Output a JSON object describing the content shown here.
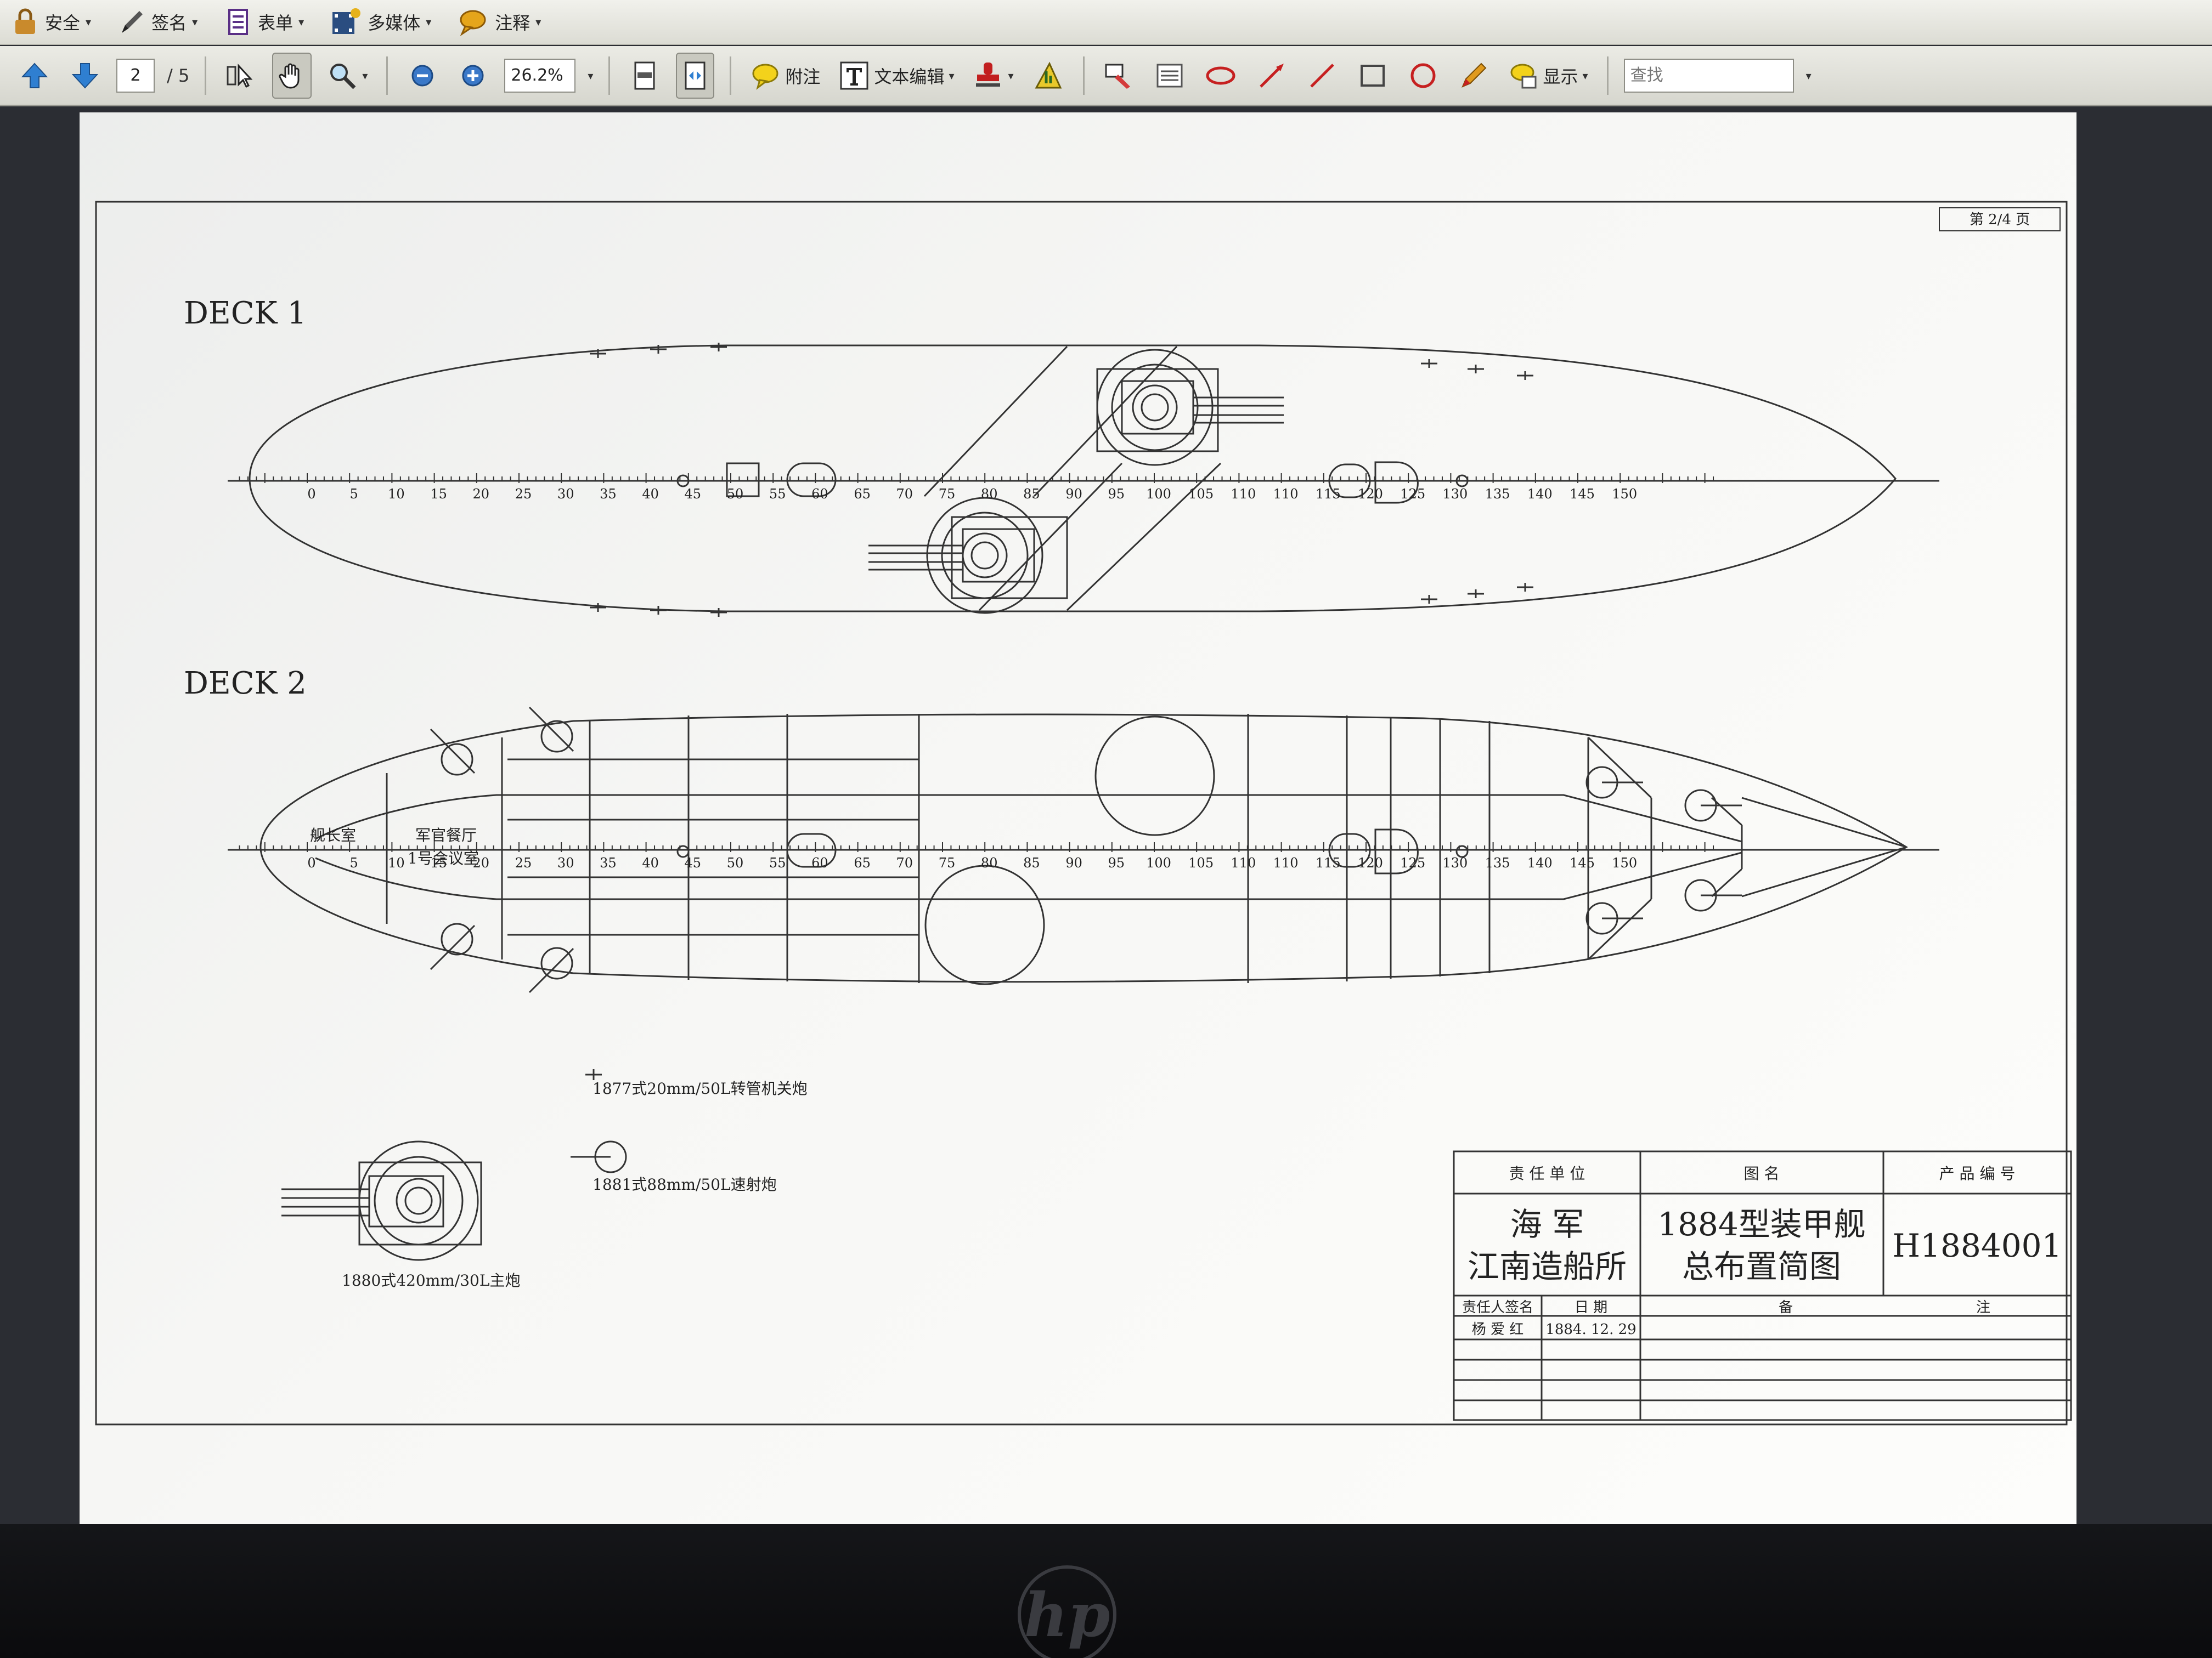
{
  "menu": {
    "items": [
      {
        "label": "安全",
        "icon": "lock-icon"
      },
      {
        "label": "签名",
        "icon": "pen-icon"
      },
      {
        "label": "表单",
        "icon": "form-icon"
      },
      {
        "label": "多媒体",
        "icon": "film-icon"
      },
      {
        "label": "注释",
        "icon": "comment-icon"
      }
    ]
  },
  "toolbar": {
    "page_current": "2",
    "page_total": "/ 5",
    "zoom": "26.2%",
    "note_label": "附注",
    "text_edit_label": "文本编辑",
    "display_label": "显示",
    "search_placeholder": "查找"
  },
  "drawing": {
    "page_label": "第 2/4 页",
    "deck1_label": "DECK 1",
    "deck2_label": "DECK 2",
    "scale_ticks": [
      "0",
      "5",
      "10",
      "15",
      "20",
      "25",
      "30",
      "35",
      "40",
      "45",
      "50",
      "55",
      "60",
      "65",
      "70",
      "75",
      "80",
      "85",
      "90",
      "95",
      "100",
      "105",
      "110",
      "110",
      "115",
      "120",
      "125",
      "130",
      "135",
      "140",
      "145",
      "150"
    ],
    "room_captain": "舰长室",
    "room_officer_dining": "军官餐厅",
    "room_meeting": "1号会议室",
    "legend": {
      "gun_20mm": "1877式20mm/50L转管机关炮",
      "gun_88mm": "1881式88mm/50L速射炮",
      "gun_420mm": "1880式420mm/30L主炮"
    },
    "title_block": {
      "h_unit": "责 任 单 位",
      "h_name": "图     名",
      "h_code": "产 品 编 号",
      "unit_line1": "海      军",
      "unit_line2": "江南造船所",
      "name_line1": "1884型装甲舰",
      "name_line2": "总布置简图",
      "code": "H1884001",
      "h_signer": "责任人签名",
      "h_date": "日  期",
      "h_remark1": "备",
      "h_remark2": "注",
      "signer": "杨 爱 红",
      "date": "1884. 12. 29"
    }
  }
}
